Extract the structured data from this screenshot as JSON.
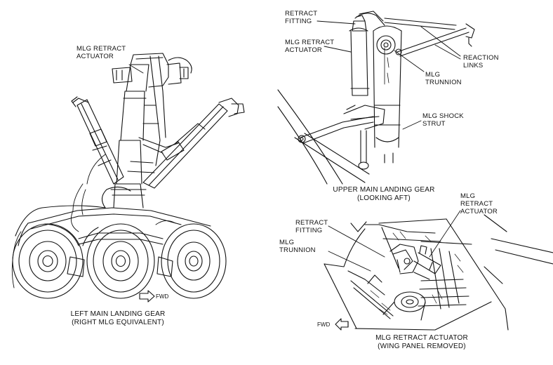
{
  "panels": {
    "left": {
      "caption_line1": "LEFT MAIN LANDING GEAR",
      "caption_line2": "(RIGHT MLG EQUIVALENT)",
      "callout_actuator_line1": "MLG RETRACT",
      "callout_actuator_line2": "ACTUATOR",
      "fwd_label": "FWD"
    },
    "upper_right": {
      "caption_line1": "UPPER MAIN LANDING GEAR",
      "caption_line2": "(LOOKING AFT)",
      "callout_fitting_line1": "RETRACT",
      "callout_fitting_line2": "FITTING",
      "callout_actuator_line1": "MLG RETRACT",
      "callout_actuator_line2": "ACTUATOR",
      "callout_links_line1": "REACTION",
      "callout_links_line2": "LINKS",
      "callout_trunnion_line1": "MLG",
      "callout_trunnion_line2": "TRUNNION",
      "callout_strut_line1": "MLG SHOCK",
      "callout_strut_line2": "STRUT"
    },
    "lower_right": {
      "caption_line1": "MLG RETRACT ACTUATOR",
      "caption_line2": "(WING PANEL REMOVED)",
      "callout_fitting_line1": "RETRACT",
      "callout_fitting_line2": "FITTING",
      "callout_trunnion_line1": "MLG",
      "callout_trunnion_line2": "TRUNNION",
      "callout_actuator_line1": "MLG",
      "callout_actuator_line2": "RETRACT",
      "callout_actuator_line3": "ACTUATOR",
      "fwd_label": "FWD"
    }
  }
}
